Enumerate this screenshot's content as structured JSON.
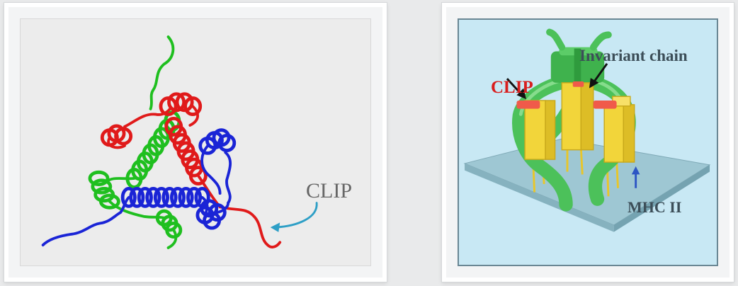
{
  "left_panel": {
    "clip_label": "CLIP"
  },
  "right_panel": {
    "clip_label": "CLIP",
    "invariant_label": "Invariant chain",
    "mhc_label": "MHC II"
  },
  "colors": {
    "chain_red": "#e01a1a",
    "chain_green": "#1fbf1f",
    "chain_blue": "#1a24d6",
    "arrow_teal": "#2e9fc6",
    "clip_red": "#d81e1e",
    "invariant_green": "#4cc15a",
    "mhc_yellow": "#f2d53a"
  }
}
